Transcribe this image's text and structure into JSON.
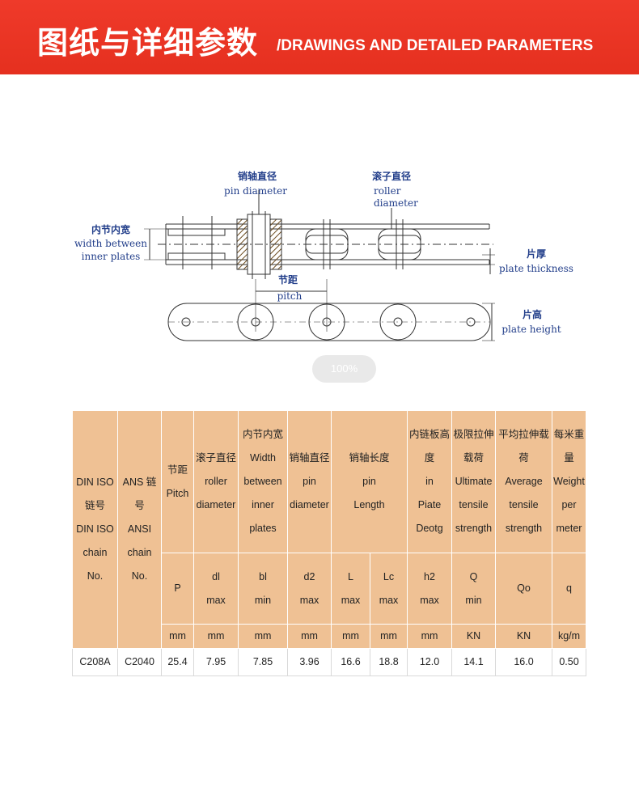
{
  "banner": {
    "title_cn": "图纸与详细参数",
    "title_en": "/DRAWINGS AND DETAILED PARAMETERS",
    "bg_color": "#e5301f"
  },
  "diagram": {
    "pin_diameter_cn": "销轴直径",
    "pin_diameter_en": "pin diameter",
    "roller_diameter_cn": "滚子直径",
    "roller_diameter_en_1": "roller",
    "roller_diameter_en_2": "diameter",
    "inner_width_cn": "内节内宽",
    "inner_width_en_1": "width between",
    "inner_width_en_2": "inner plates",
    "pitch_cn": "节距",
    "pitch_en": "pitch",
    "plate_thickness_cn": "片厚",
    "plate_thickness_en": "plate thickness",
    "plate_height_cn": "片高",
    "plate_height_en": "plate height",
    "zoom_label": "100%"
  },
  "table": {
    "headers": [
      "DIN ISO\n链号\nDIN ISO\nchain\nNo.",
      "ANS 链\n号\nANSI\nchain\nNo.",
      "节距\nPitch",
      "滚子直径\nroller\ndiameter",
      "内节内宽\nWidth\nbetween\ninner\nplates",
      "销轴直径\npin\ndiameter",
      "销轴长度\npin\nLength",
      "内链板高\n度\nin\nPiate\nDeotg",
      "极限拉伸\n载荷\nUltimate\ntensile\nstrength",
      "平均拉伸载\n荷\nAverage\ntensile\nstrength",
      "每米重\n量\nWeight\nper\nmeter"
    ],
    "symbols": [
      "P",
      "dl\nmax",
      "bl\nmin",
      "d2\nmax",
      "L\nmax",
      "Lc\nmax",
      "h2\nmax",
      "Q\nmin",
      "Qo",
      "q"
    ],
    "units": [
      "mm",
      "mm",
      "mm",
      "mm",
      "mm",
      "mm",
      "mm",
      "KN",
      "KN",
      "kg/m"
    ],
    "rows": [
      [
        "C208A",
        "C2040",
        "25.4",
        "7.95",
        "7.85",
        "3.96",
        "16.6",
        "18.8",
        "12.0",
        "14.1",
        "16.0",
        "0.50"
      ]
    ],
    "header_color": "#efc194"
  }
}
